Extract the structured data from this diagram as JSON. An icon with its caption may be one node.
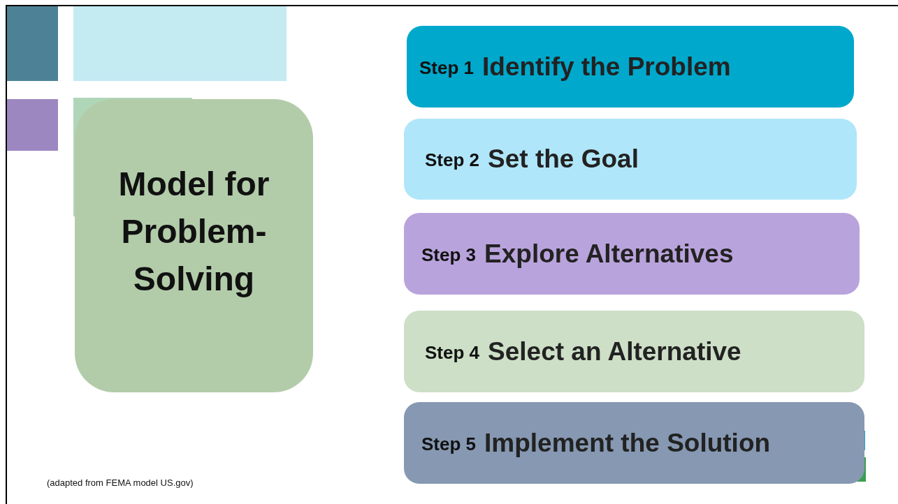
{
  "diagram": {
    "nodes": [
      {
        "text": [
          "Model for Problem-Solving"
        ]
      },
      {
        "text": [
          "Step 1",
          "Identify the Problem"
        ]
      },
      {
        "text": [
          "Step 2",
          "Set the Goal"
        ]
      },
      {
        "text": [
          "Step 3",
          "Explore Alternatives"
        ]
      },
      {
        "text": [
          "Step 4",
          "Select an Alternative"
        ]
      },
      {
        "text": [
          "Step 5",
          "Implement the Solution"
        ]
      }
    ],
    "labels": [
      "(adapted from FEMA model US.gov)"
    ]
  }
}
